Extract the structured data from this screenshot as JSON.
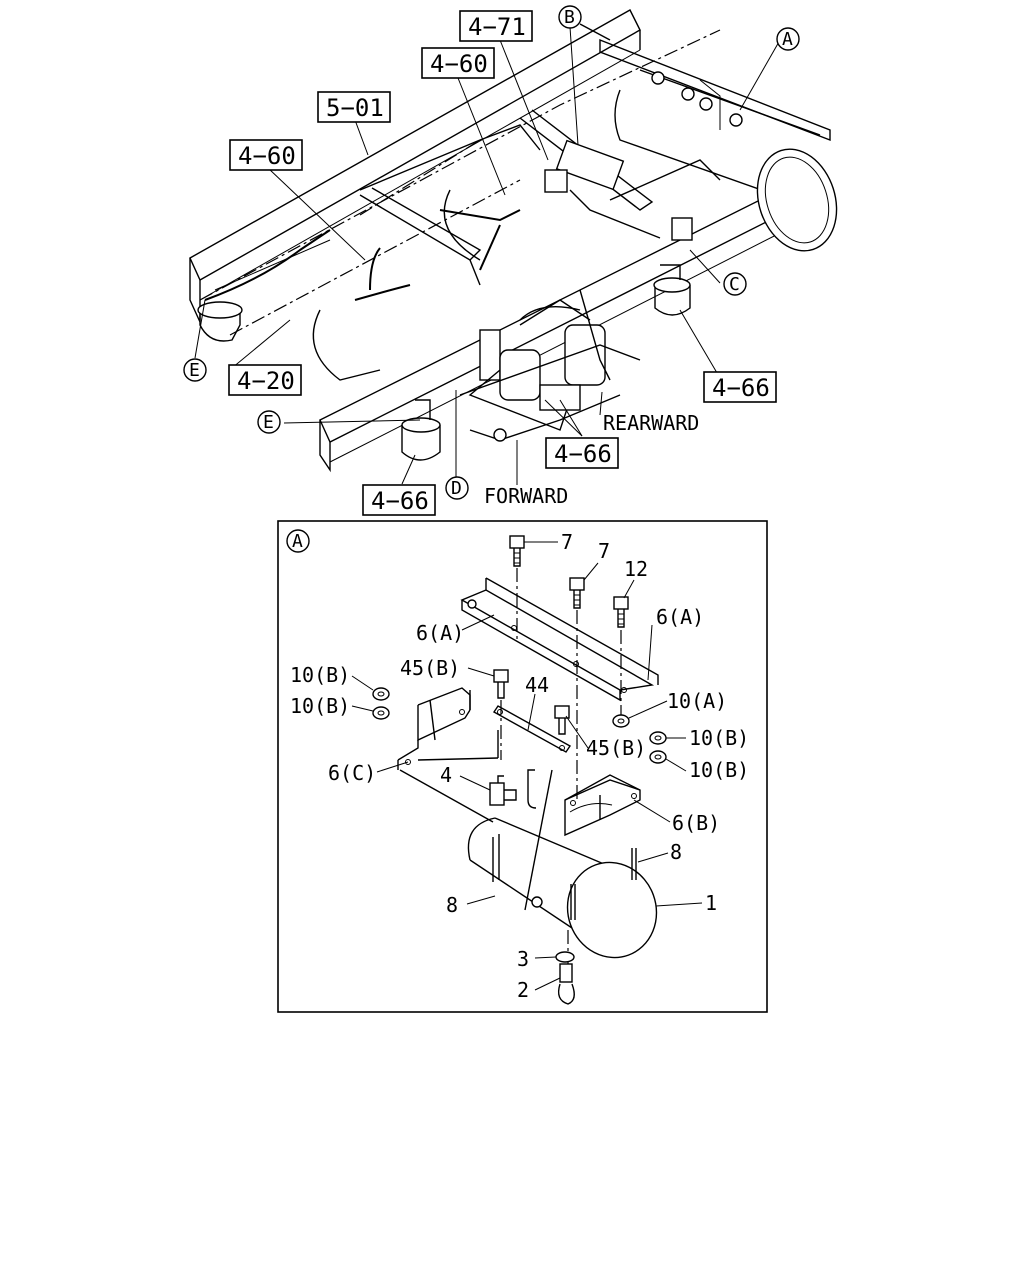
{
  "upper_view": {
    "ref_codes": [
      {
        "id": "ref-4-71",
        "text": "4−71"
      },
      {
        "id": "ref-4-60-top",
        "text": "4−60"
      },
      {
        "id": "ref-5-01",
        "text": "5−01"
      },
      {
        "id": "ref-4-60-left",
        "text": "4−60"
      },
      {
        "id": "ref-4-20",
        "text": "4−20"
      },
      {
        "id": "ref-4-66-right",
        "text": "4−66"
      },
      {
        "id": "ref-4-66-center",
        "text": "4−66"
      },
      {
        "id": "ref-4-66-bottom",
        "text": "4−66"
      }
    ],
    "callouts": [
      {
        "id": "callout-a",
        "text": "A"
      },
      {
        "id": "callout-b",
        "text": "B"
      },
      {
        "id": "callout-c",
        "text": "C"
      },
      {
        "id": "callout-d",
        "text": "D"
      },
      {
        "id": "callout-e-left",
        "text": "E"
      },
      {
        "id": "callout-e-lower",
        "text": "E"
      }
    ],
    "direction_labels": {
      "rearward": "REARWARD",
      "forward": "FORWARD"
    }
  },
  "detail_view": {
    "callout": "A",
    "part_labels": [
      {
        "id": "p7a",
        "text": "7"
      },
      {
        "id": "p7b",
        "text": "7"
      },
      {
        "id": "p12",
        "text": "12"
      },
      {
        "id": "p6a-left",
        "text": "6(A)"
      },
      {
        "id": "p6a-right",
        "text": "6(A)"
      },
      {
        "id": "p10b-1",
        "text": "10(B)"
      },
      {
        "id": "p10b-2",
        "text": "10(B)"
      },
      {
        "id": "p45b-1",
        "text": "45(B)"
      },
      {
        "id": "p44",
        "text": "44"
      },
      {
        "id": "p10a",
        "text": "10(A)"
      },
      {
        "id": "p45b-2",
        "text": "45(B)"
      },
      {
        "id": "p10b-3",
        "text": "10(B)"
      },
      {
        "id": "p10b-4",
        "text": "10(B)"
      },
      {
        "id": "p6c",
        "text": "6(C)"
      },
      {
        "id": "p4",
        "text": "4"
      },
      {
        "id": "p6b",
        "text": "6(B)"
      },
      {
        "id": "p8-right",
        "text": "8"
      },
      {
        "id": "p1",
        "text": "1"
      },
      {
        "id": "p8-left",
        "text": "8"
      },
      {
        "id": "p3",
        "text": "3"
      },
      {
        "id": "p2",
        "text": "2"
      }
    ]
  }
}
